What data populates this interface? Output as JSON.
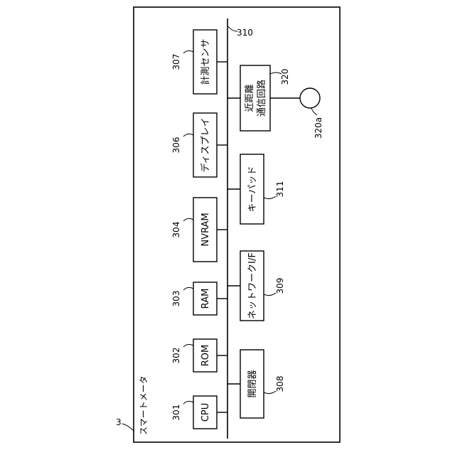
{
  "figure_ref": "3",
  "device_label": "スマートメータ",
  "bus_ref": "310",
  "components": [
    {
      "id": "cpu",
      "ref": "301",
      "name": "CPU"
    },
    {
      "id": "rom",
      "ref": "302",
      "name": "ROM"
    },
    {
      "id": "ram",
      "ref": "303",
      "name": "RAM"
    },
    {
      "id": "nvram",
      "ref": "304",
      "name": "NVRAM"
    },
    {
      "id": "display",
      "ref": "306",
      "name": "ディスプレイ"
    },
    {
      "id": "sensor",
      "ref": "307",
      "name": "計測センサ"
    },
    {
      "id": "switch",
      "ref": "308",
      "name": "開閉器"
    },
    {
      "id": "network-if",
      "ref": "309",
      "name": "ネットワークI/F"
    },
    {
      "id": "keypad",
      "ref": "311",
      "name": "キーパッド"
    },
    {
      "id": "nfc",
      "ref": "320",
      "name_line1": "近距離",
      "name_line2": "通信回路"
    }
  ],
  "antenna_ref": "320a"
}
